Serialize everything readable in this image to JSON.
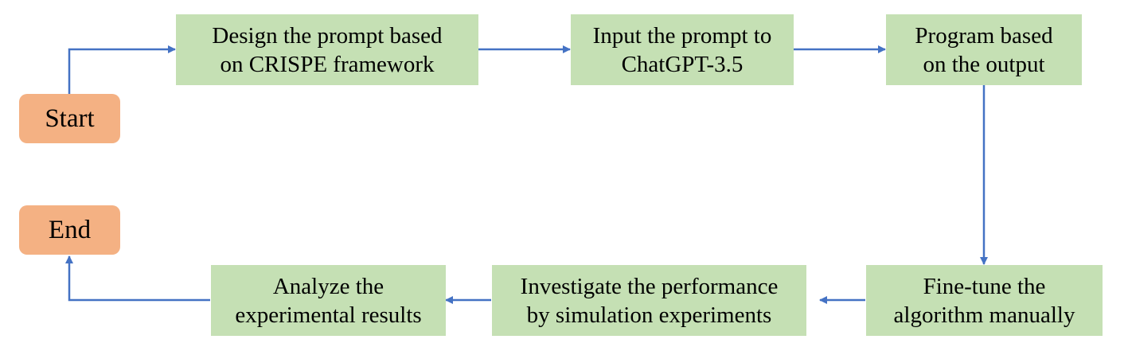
{
  "diagram": {
    "colors": {
      "process_fill": "#c5e0b4",
      "terminal_fill": "#f4b183",
      "arrow": "#4472c4",
      "text": "#000000"
    },
    "nodes": {
      "start": {
        "label": "Start"
      },
      "design": {
        "label": "Design the prompt based\non CRISPE framework"
      },
      "input": {
        "label": "Input the prompt to\nChatGPT-3.5"
      },
      "program": {
        "label": "Program based\non the output"
      },
      "finetune": {
        "label": "Fine-tune the\nalgorithm manually"
      },
      "investigate": {
        "label": "Investigate the performance\nby simulation experiments"
      },
      "analyze": {
        "label": "Analyze the\nexperimental results"
      },
      "end": {
        "label": "End"
      }
    },
    "edges": [
      {
        "from": "start",
        "to": "design"
      },
      {
        "from": "design",
        "to": "input"
      },
      {
        "from": "input",
        "to": "program"
      },
      {
        "from": "program",
        "to": "finetune"
      },
      {
        "from": "finetune",
        "to": "investigate"
      },
      {
        "from": "investigate",
        "to": "analyze"
      },
      {
        "from": "analyze",
        "to": "end"
      }
    ]
  }
}
